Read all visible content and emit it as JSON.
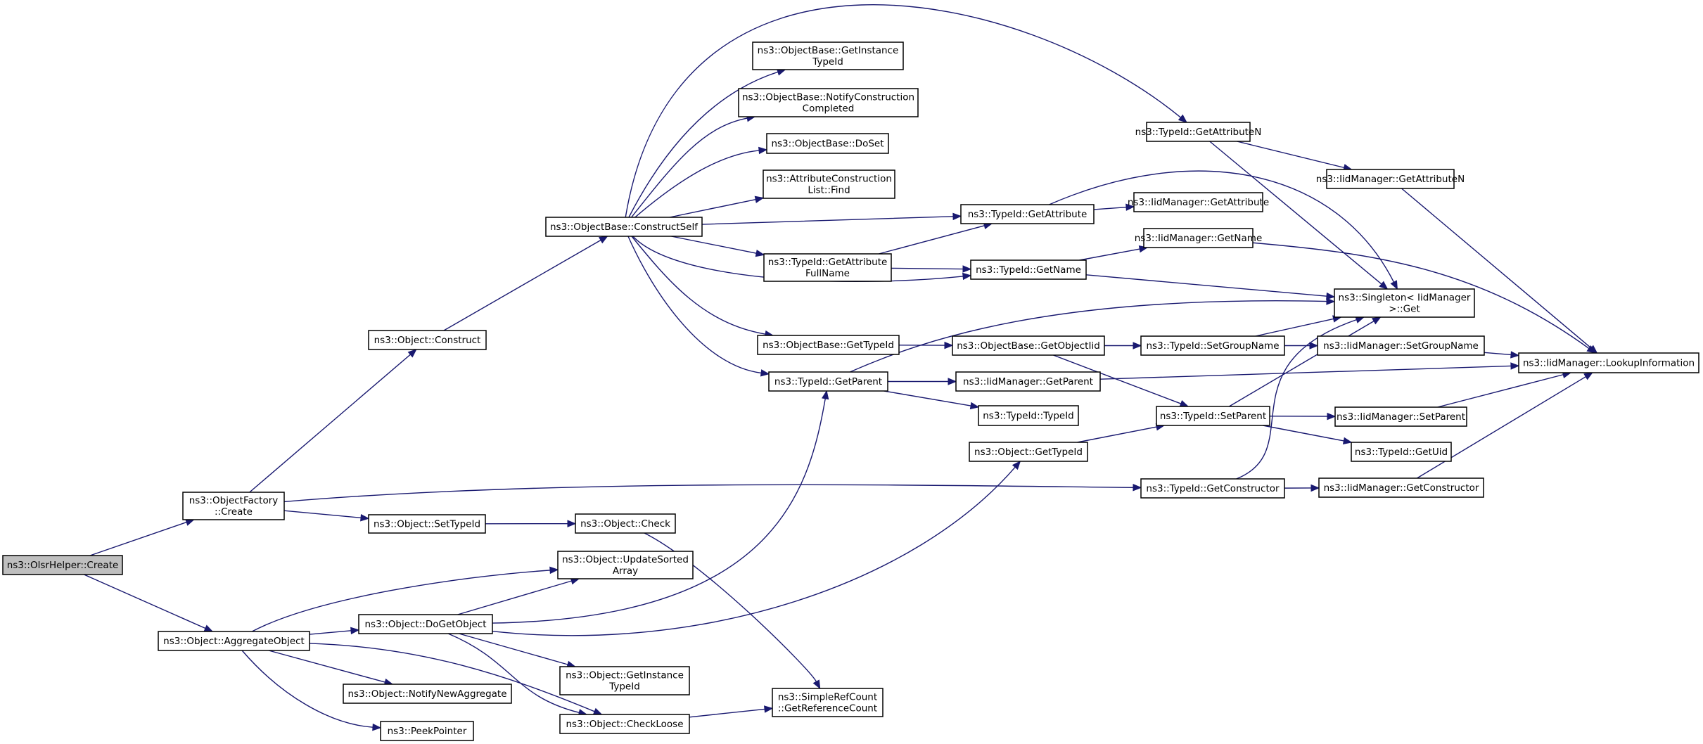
{
  "graph": {
    "nodes": [
      {
        "id": "olsr_create",
        "lines": [
          "ns3::OlsrHelper::Create"
        ],
        "highlight": true
      },
      {
        "id": "factory_create",
        "lines": [
          "ns3::ObjectFactory",
          "::Create"
        ]
      },
      {
        "id": "aggregate",
        "lines": [
          "ns3::Object::AggregateObject"
        ]
      },
      {
        "id": "construct",
        "lines": [
          "ns3::Object::Construct"
        ]
      },
      {
        "id": "set_typeid",
        "lines": [
          "ns3::Object::SetTypeId"
        ]
      },
      {
        "id": "construct_self",
        "lines": [
          "ns3::ObjectBase::ConstructSelf"
        ]
      },
      {
        "id": "ob_get_instance_typeid",
        "lines": [
          "ns3::ObjectBase::GetInstance",
          "TypeId"
        ]
      },
      {
        "id": "notify_construction",
        "lines": [
          "ns3::ObjectBase::NotifyConstruction",
          "Completed"
        ]
      },
      {
        "id": "doset",
        "lines": [
          "ns3::ObjectBase::DoSet"
        ]
      },
      {
        "id": "acl_find",
        "lines": [
          "ns3::AttributeConstruction",
          "List::Find"
        ]
      },
      {
        "id": "get_attr_fullname",
        "lines": [
          "ns3::TypeId::GetAttribute",
          "FullName"
        ]
      },
      {
        "id": "ob_get_typeid",
        "lines": [
          "ns3::ObjectBase::GetTypeId"
        ]
      },
      {
        "id": "tid_get_parent",
        "lines": [
          "ns3::TypeId::GetParent"
        ]
      },
      {
        "id": "obj_check",
        "lines": [
          "ns3::Object::Check"
        ]
      },
      {
        "id": "update_sorted",
        "lines": [
          "ns3::Object::UpdateSorted",
          "Array"
        ]
      },
      {
        "id": "do_get_object",
        "lines": [
          "ns3::Object::DoGetObject"
        ]
      },
      {
        "id": "notify_new_agg",
        "lines": [
          "ns3::Object::NotifyNewAggregate"
        ]
      },
      {
        "id": "peek_pointer",
        "lines": [
          "ns3::PeekPointer"
        ]
      },
      {
        "id": "obj_get_instance_typeid",
        "lines": [
          "ns3::Object::GetInstance",
          "TypeId"
        ]
      },
      {
        "id": "check_loose",
        "lines": [
          "ns3::Object::CheckLoose"
        ]
      },
      {
        "id": "get_ref_count",
        "lines": [
          "ns3::SimpleRefCount",
          "::GetReferenceCount"
        ]
      },
      {
        "id": "tid_get_attribute",
        "lines": [
          "ns3::TypeId::GetAttribute"
        ]
      },
      {
        "id": "tid_get_name",
        "lines": [
          "ns3::TypeId::GetName"
        ]
      },
      {
        "id": "ob_get_object_iid",
        "lines": [
          "ns3::ObjectBase::GetObjectIid"
        ]
      },
      {
        "id": "iid_get_parent",
        "lines": [
          "ns3::IidManager::GetParent"
        ]
      },
      {
        "id": "tid_typeid",
        "lines": [
          "ns3::TypeId::TypeId"
        ]
      },
      {
        "id": "obj_get_typeid",
        "lines": [
          "ns3::Object::GetTypeId"
        ]
      },
      {
        "id": "tid_get_attribute_n",
        "lines": [
          "ns3::TypeId::GetAttributeN"
        ]
      },
      {
        "id": "iid_get_attribute",
        "lines": [
          "ns3::IidManager::GetAttribute"
        ]
      },
      {
        "id": "iid_get_name",
        "lines": [
          "ns3::IidManager::GetName"
        ]
      },
      {
        "id": "tid_set_group_name",
        "lines": [
          "ns3::TypeId::SetGroupName"
        ]
      },
      {
        "id": "tid_set_parent",
        "lines": [
          "ns3::TypeId::SetParent"
        ]
      },
      {
        "id": "tid_get_constructor",
        "lines": [
          "ns3::TypeId::GetConstructor"
        ]
      },
      {
        "id": "iid_get_attribute_n",
        "lines": [
          "ns3::IidManager::GetAttributeN"
        ]
      },
      {
        "id": "singleton_get",
        "lines": [
          "ns3::Singleton< IidManager",
          ">::Get"
        ]
      },
      {
        "id": "iid_set_group_name",
        "lines": [
          "ns3::IidManager::SetGroupName"
        ]
      },
      {
        "id": "iid_set_parent",
        "lines": [
          "ns3::IidManager::SetParent"
        ]
      },
      {
        "id": "tid_get_uid",
        "lines": [
          "ns3::TypeId::GetUid"
        ]
      },
      {
        "id": "iid_get_constructor",
        "lines": [
          "ns3::IidManager::GetConstructor"
        ]
      },
      {
        "id": "iid_lookup",
        "lines": [
          "ns3::IidManager::LookupInformation"
        ]
      }
    ]
  }
}
